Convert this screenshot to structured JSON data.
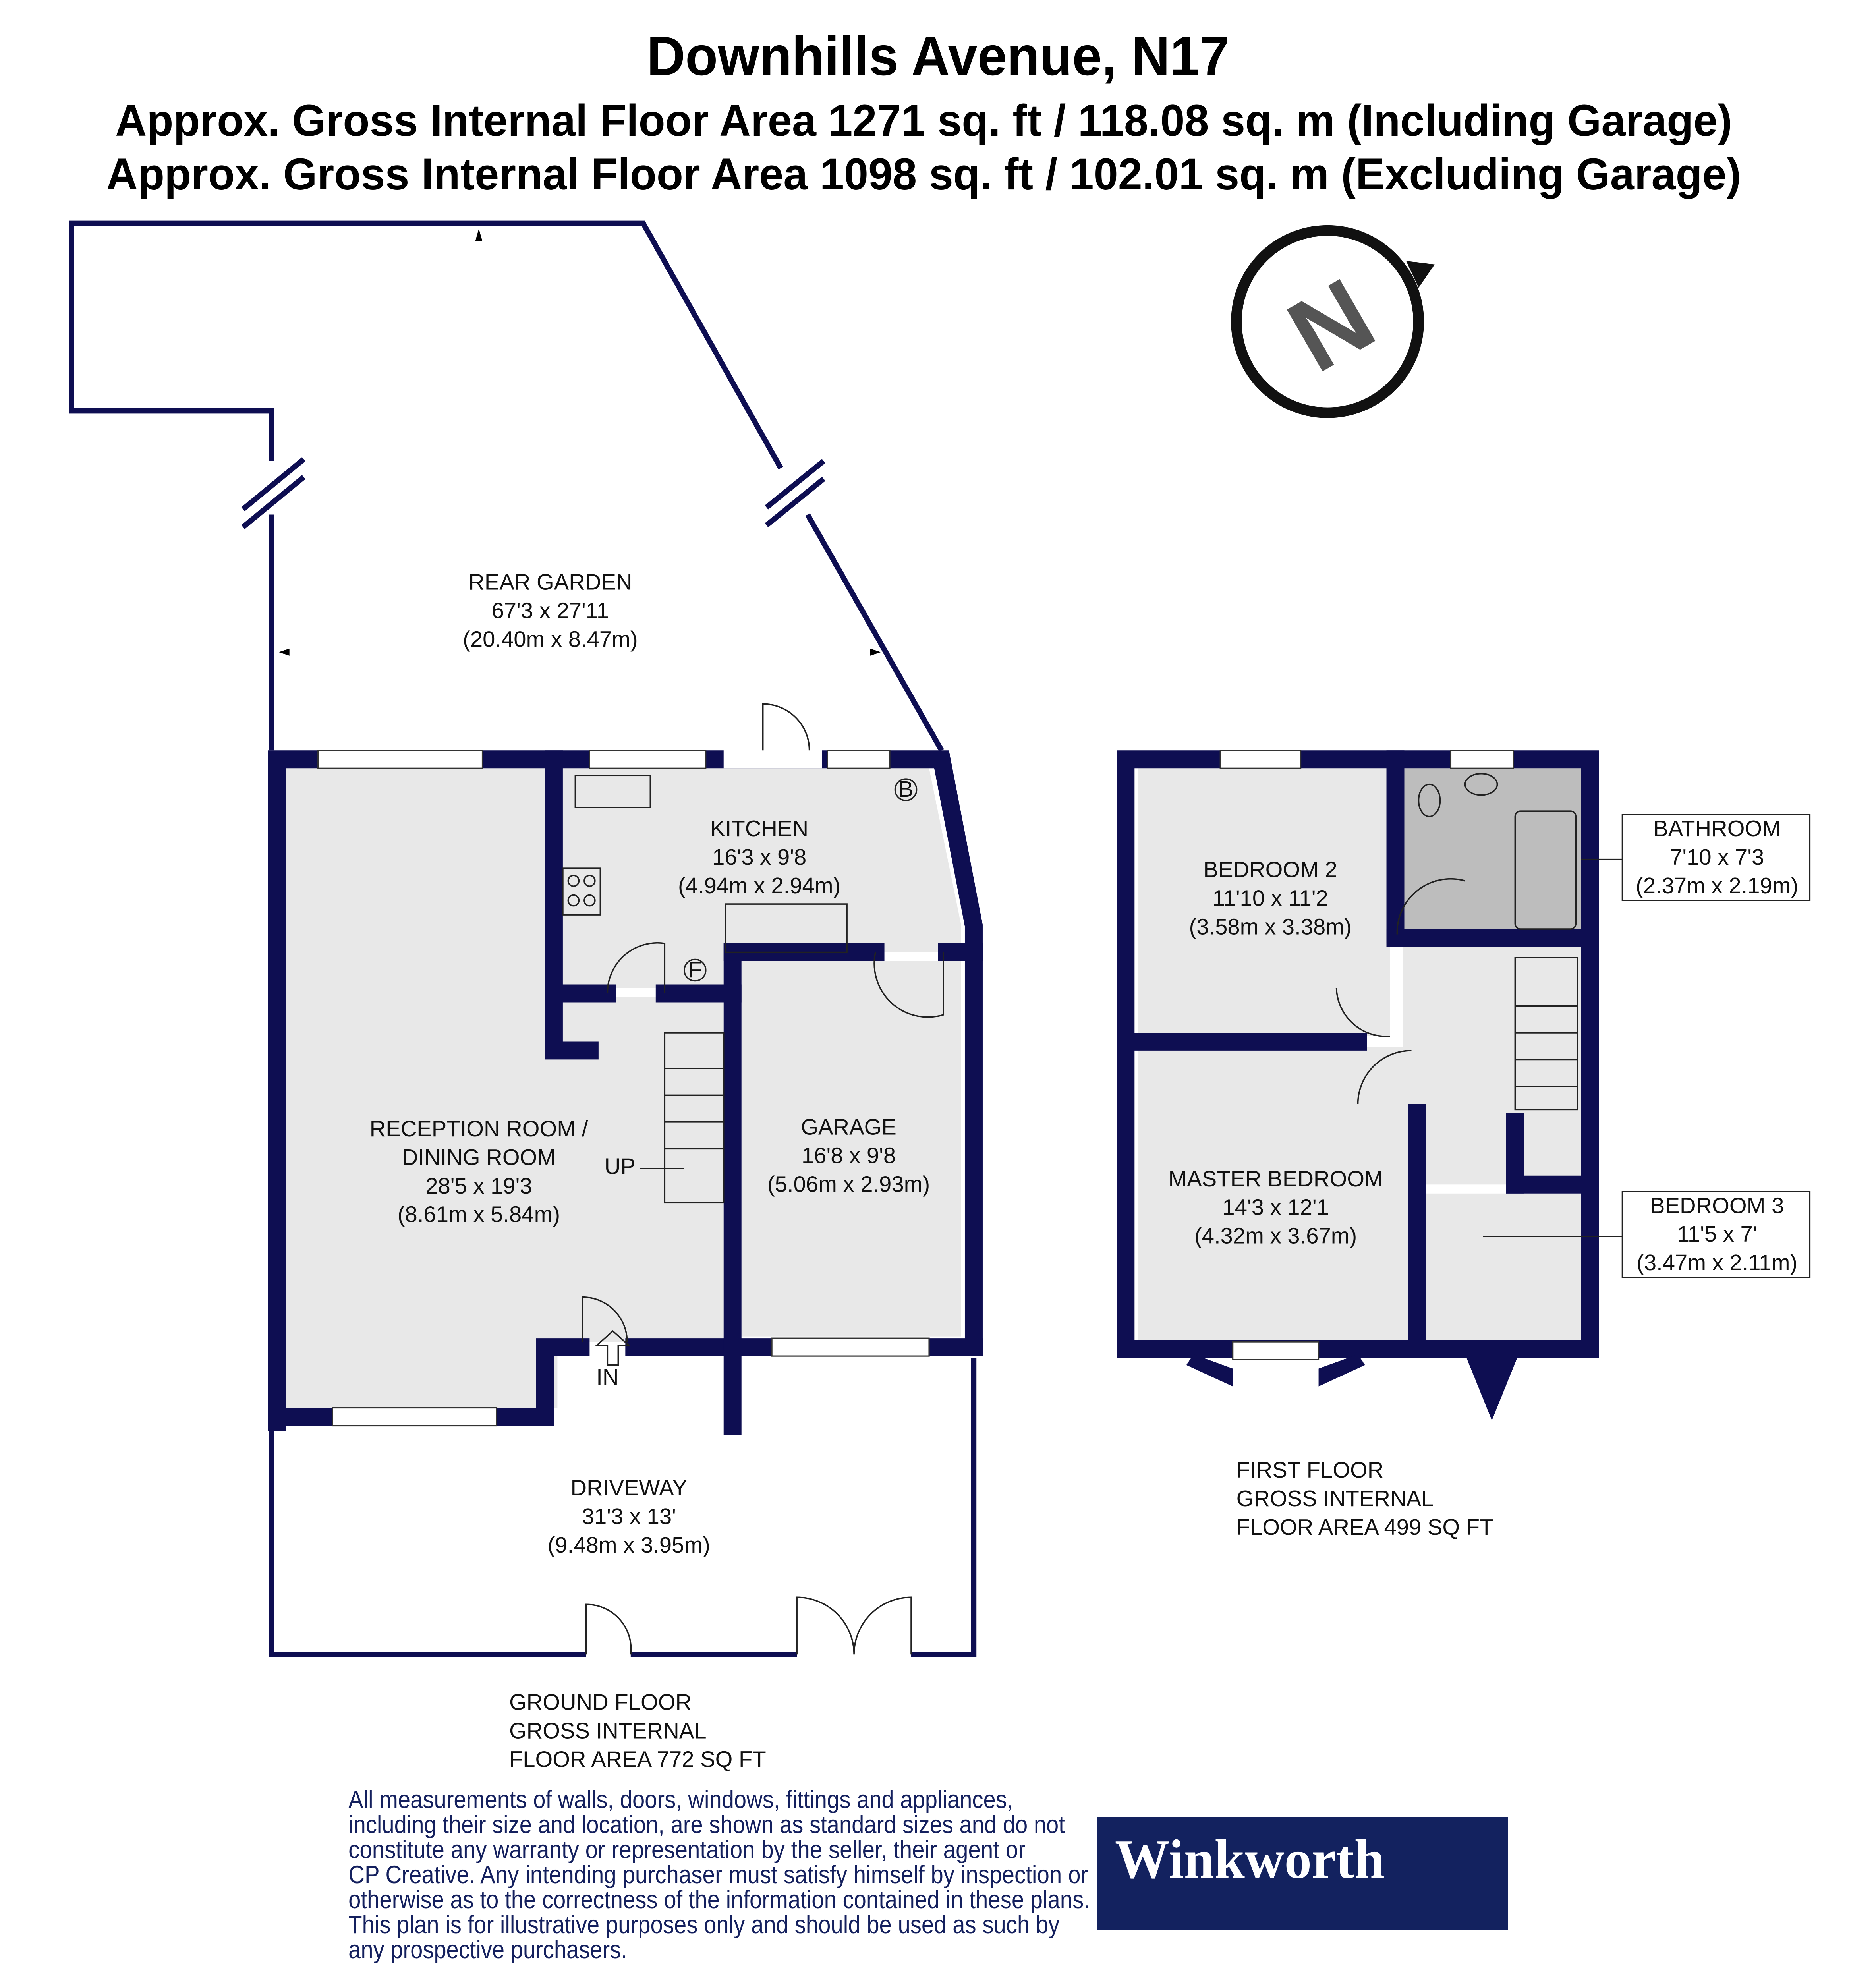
{
  "header": {
    "title": "Downhills Avenue, N17",
    "area_including": "Approx. Gross Internal Floor Area 1271 sq. ft / 118.08 sq. m (Including Garage)",
    "area_excluding": "Approx. Gross Internal Floor Area 1098 sq. ft / 102.01 sq. m (Excluding Garage)"
  },
  "compass": {
    "letter": "N",
    "icon": "north-compass-icon"
  },
  "ground_floor": {
    "rooms": {
      "rear_garden": {
        "name": "REAR GARDEN",
        "imperial": "67'3 x 27'11",
        "metric": "(20.40m x 8.47m)"
      },
      "kitchen": {
        "name": "KITCHEN",
        "imperial": "16'3 x 9'8",
        "metric": "(4.94m x 2.94m)"
      },
      "reception": {
        "name_1": "RECEPTION ROOM /",
        "name_2": "DINING ROOM",
        "imperial": "28'5 x 19'3",
        "metric": "(8.61m x 5.84m)"
      },
      "garage": {
        "name": "GARAGE",
        "imperial": "16'8 x 9'8",
        "metric": "(5.06m x 2.93m)"
      },
      "driveway": {
        "name": "DRIVEWAY",
        "imperial": "31'3 x 13'",
        "metric": "(9.48m x 3.95m)"
      }
    },
    "markers": {
      "up": "UP",
      "in": "IN",
      "fridge": "F",
      "boiler": "B"
    },
    "label": [
      "GROUND FLOOR",
      "GROSS INTERNAL",
      "FLOOR AREA 772 SQ FT"
    ]
  },
  "first_floor": {
    "rooms": {
      "bedroom_2": {
        "name": "BEDROOM 2",
        "imperial": "11'10 x 11'2",
        "metric": "(3.58m x 3.38m)"
      },
      "master": {
        "name": "MASTER BEDROOM",
        "imperial": "14'3 x 12'1",
        "metric": "(4.32m x 3.67m)"
      },
      "bathroom": {
        "name": "BATHROOM",
        "imperial": "7'10 x 7'3",
        "metric": "(2.37m x 2.19m)"
      },
      "bedroom_3": {
        "name": "BEDROOM 3",
        "imperial": "11'5 x 7'",
        "metric": "(3.47m x 2.11m)"
      }
    },
    "label": [
      "FIRST FLOOR",
      "GROSS INTERNAL",
      "FLOOR AREA 499 SQ FT"
    ]
  },
  "footer": {
    "disclaimer": [
      "All measurements of walls, doors, windows, fittings and appliances,",
      "including their size and location, are shown as standard sizes and do not",
      "constitute any warranty or representation by the seller, their agent or",
      "CP Creative. Any intending purchaser must satisfy himself by inspection or",
      "otherwise as to the correctness of the information contained in these plans.",
      "This plan is for illustrative purposes only and should be used as such by",
      "any prospective purchasers."
    ],
    "logo": "Winkworth"
  },
  "colors": {
    "wall": "#0e0e52",
    "room_fill": "#e8e8e8",
    "bathroom_fill": "#bdbdbd",
    "brand": "#13225f",
    "disclaimer_text": "#14205e"
  }
}
